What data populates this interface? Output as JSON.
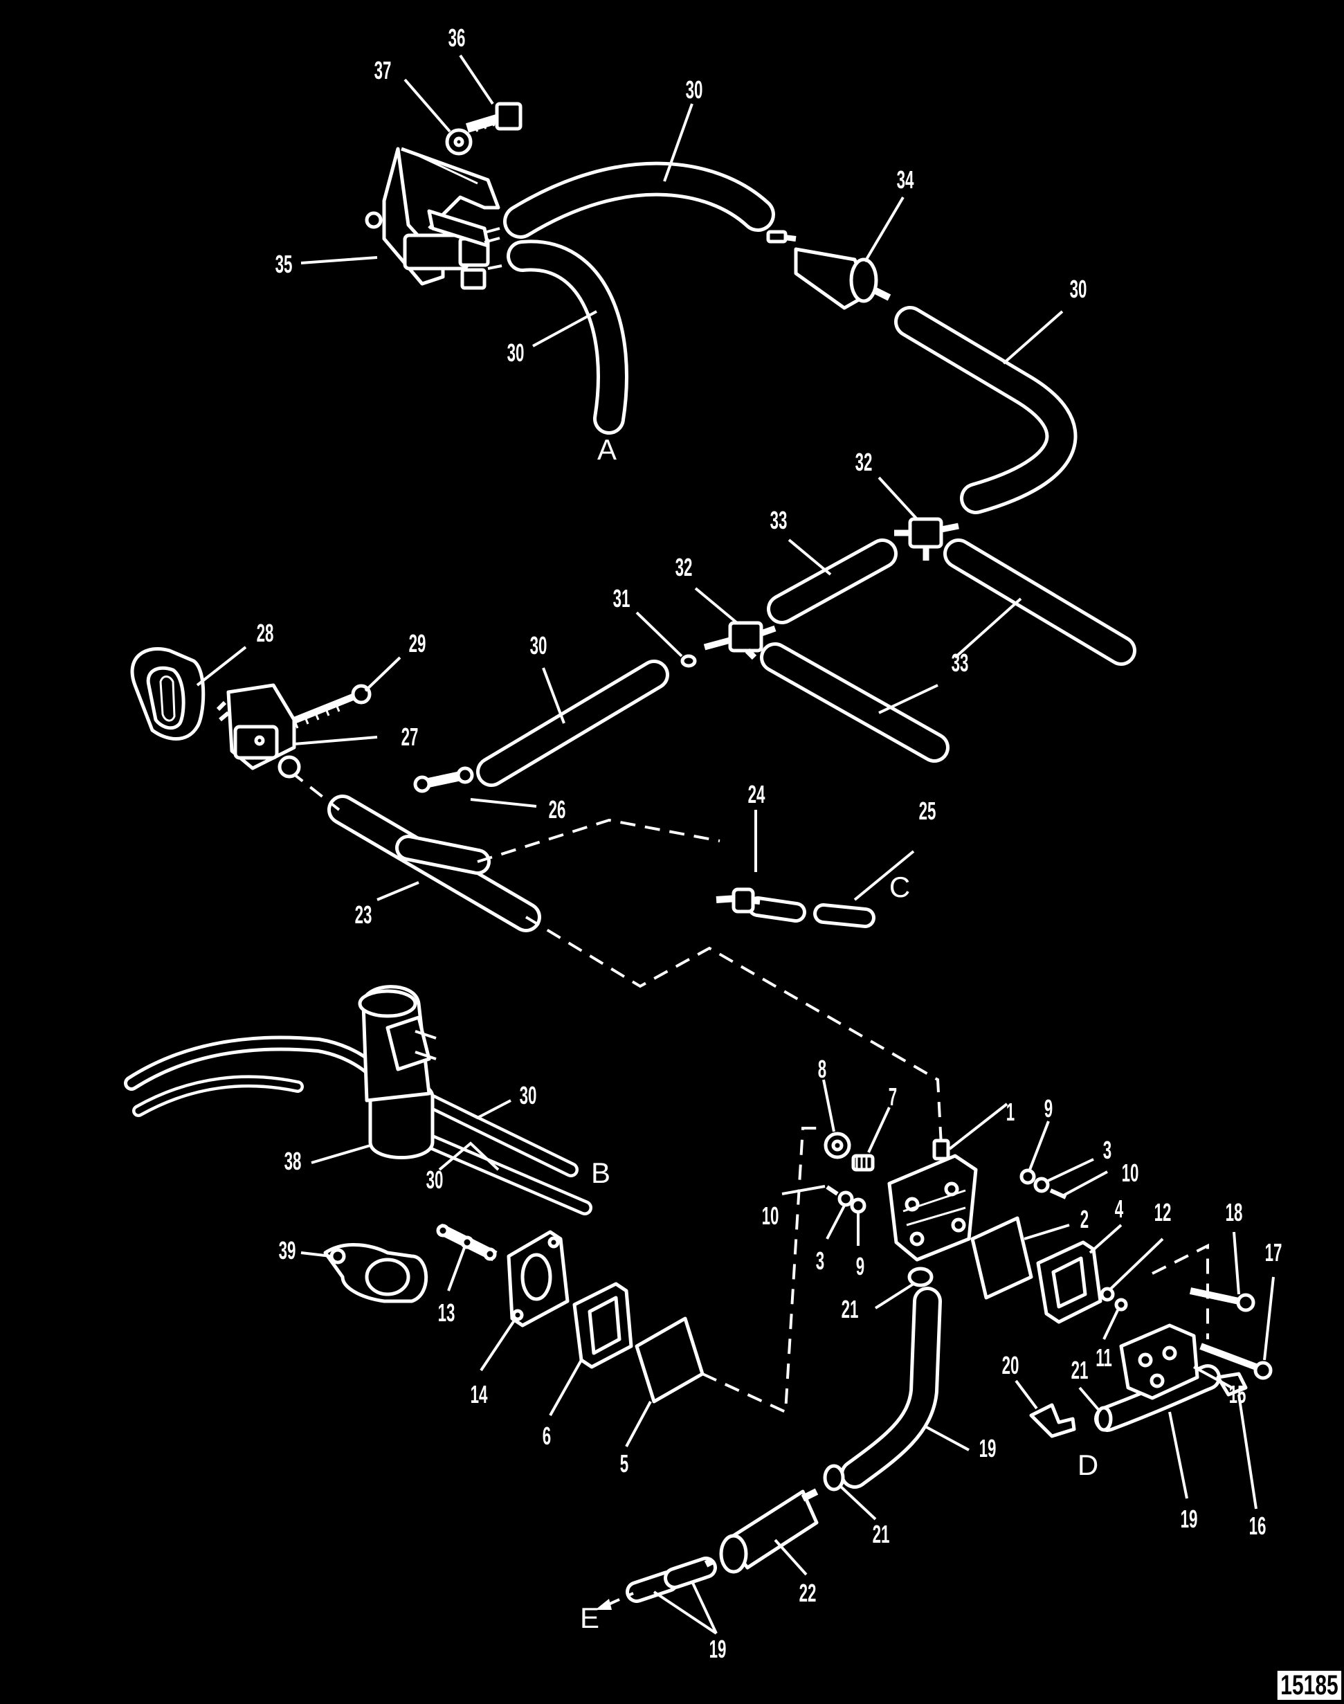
{
  "figure_number": "15185",
  "connection_letters": {
    "a": "A",
    "b": "B",
    "c": "C",
    "d": "D",
    "e": "E"
  },
  "callouts": {
    "p36": "36",
    "p37": "37",
    "p30a": "30",
    "p34": "34",
    "p35": "35",
    "p30b": "30",
    "p30c": "30",
    "p32a": "32",
    "p33a": "33",
    "p32b": "32",
    "p31": "31",
    "p28": "28",
    "p29": "29",
    "p30d": "30",
    "p33b": "33",
    "p27": "27",
    "p24": "24",
    "p25": "25",
    "p26": "26",
    "p23": "23",
    "p8": "8",
    "p7": "7",
    "p1": "1",
    "p9a": "9",
    "p3a": "3",
    "p10a": "10",
    "p30e": "30",
    "p38": "38",
    "p30f": "30",
    "p10b": "10",
    "p3b": "3",
    "p9b": "9",
    "p2": "2",
    "p4": "4",
    "p12": "12",
    "p18": "18",
    "p17": "17",
    "p39": "39",
    "p13": "13",
    "p21a": "21",
    "p11": "11",
    "p14": "14",
    "p6": "6",
    "p15": "15",
    "p20": "20",
    "p21b": "21",
    "p5": "5",
    "p19a": "19",
    "p16": "16",
    "p21c": "21",
    "p19b": "19",
    "p22": "22",
    "p19c": "19"
  },
  "colors": {
    "background": "#000000",
    "line": "#ffffff"
  }
}
